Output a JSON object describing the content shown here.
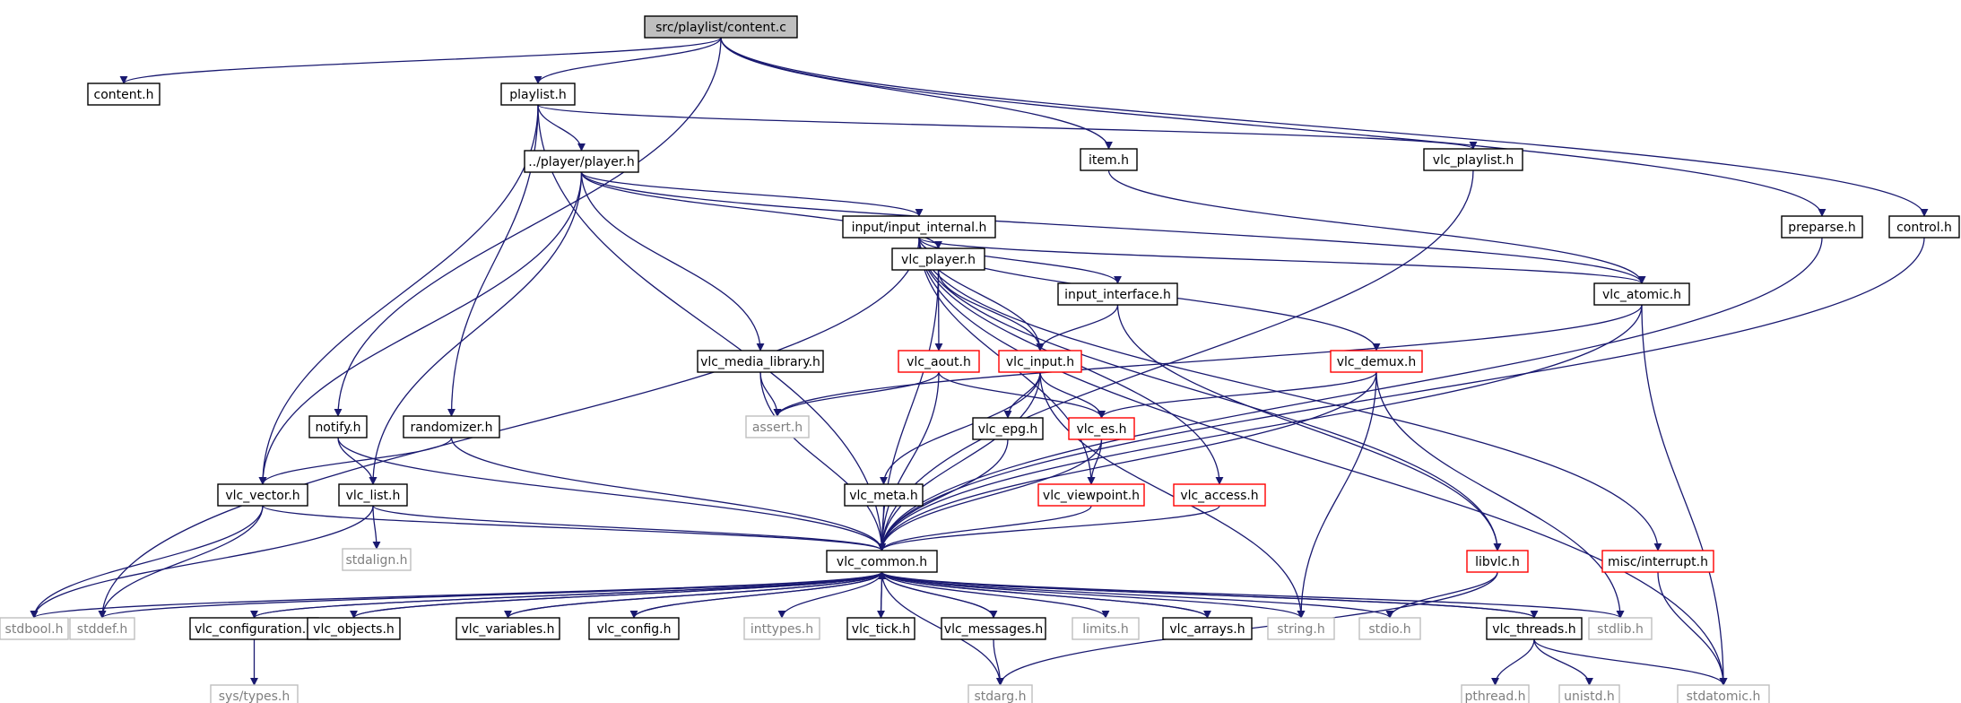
{
  "title": "src/playlist/content.c",
  "styles": {
    "root": {
      "fill": "#bfbfbf",
      "stroke": "#000000",
      "text": "#000000"
    },
    "black": {
      "fill": "#ffffff",
      "stroke": "#000000",
      "text": "#000000"
    },
    "red": {
      "fill": "#ffffff",
      "stroke": "#ff0000",
      "text": "#000000"
    },
    "gray": {
      "fill": "#ffffff",
      "stroke": "#bfbfbf",
      "text": "#7f7f7f"
    },
    "edge": "#191970"
  },
  "nodes": [
    {
      "id": "content_c",
      "label": "src/playlist/content.c",
      "style": "root"
    },
    {
      "id": "content_h",
      "label": "content.h",
      "style": "black"
    },
    {
      "id": "playlist_h",
      "label": "playlist.h",
      "style": "black"
    },
    {
      "id": "item_h",
      "label": "item.h",
      "style": "black"
    },
    {
      "id": "vlc_playlist_h",
      "label": "vlc_playlist.h",
      "style": "black"
    },
    {
      "id": "preparse_h",
      "label": "preparse.h",
      "style": "black"
    },
    {
      "id": "control_h",
      "label": "control.h",
      "style": "black"
    },
    {
      "id": "player_h",
      "label": "../player/player.h",
      "style": "black"
    },
    {
      "id": "input_internal_h",
      "label": "input/input_internal.h",
      "style": "black"
    },
    {
      "id": "vlc_player_h",
      "label": "vlc_player.h",
      "style": "black"
    },
    {
      "id": "input_interface_h",
      "label": "input_interface.h",
      "style": "black"
    },
    {
      "id": "vlc_atomic_h",
      "label": "vlc_atomic.h",
      "style": "black"
    },
    {
      "id": "vlc_media_library_h",
      "label": "vlc_media_library.h",
      "style": "black"
    },
    {
      "id": "vlc_aout_h",
      "label": "vlc_aout.h",
      "style": "red"
    },
    {
      "id": "vlc_input_h",
      "label": "vlc_input.h",
      "style": "red"
    },
    {
      "id": "vlc_demux_h",
      "label": "vlc_demux.h",
      "style": "red"
    },
    {
      "id": "assert_h",
      "label": "assert.h",
      "style": "gray"
    },
    {
      "id": "notify_h",
      "label": "notify.h",
      "style": "black"
    },
    {
      "id": "randomizer_h",
      "label": "randomizer.h",
      "style": "black"
    },
    {
      "id": "vlc_epg_h",
      "label": "vlc_epg.h",
      "style": "black"
    },
    {
      "id": "vlc_es_h",
      "label": "vlc_es.h",
      "style": "red"
    },
    {
      "id": "vlc_vector_h",
      "label": "vlc_vector.h",
      "style": "black"
    },
    {
      "id": "vlc_list_h",
      "label": "vlc_list.h",
      "style": "black"
    },
    {
      "id": "vlc_meta_h",
      "label": "vlc_meta.h",
      "style": "black"
    },
    {
      "id": "vlc_viewpoint_h",
      "label": "vlc_viewpoint.h",
      "style": "red"
    },
    {
      "id": "vlc_access_h",
      "label": "vlc_access.h",
      "style": "red"
    },
    {
      "id": "stdalign_h",
      "label": "stdalign.h",
      "style": "gray"
    },
    {
      "id": "vlc_common_h",
      "label": "vlc_common.h",
      "style": "black"
    },
    {
      "id": "libvlc_h",
      "label": "libvlc.h",
      "style": "red"
    },
    {
      "id": "misc_interrupt_h",
      "label": "misc/interrupt.h",
      "style": "red"
    },
    {
      "id": "stdbool_h",
      "label": "stdbool.h",
      "style": "gray"
    },
    {
      "id": "stddef_h",
      "label": "stddef.h",
      "style": "gray"
    },
    {
      "id": "vlc_configuration_h",
      "label": "vlc_configuration.h",
      "style": "black"
    },
    {
      "id": "vlc_objects_h",
      "label": "vlc_objects.h",
      "style": "black"
    },
    {
      "id": "vlc_variables_h",
      "label": "vlc_variables.h",
      "style": "black"
    },
    {
      "id": "vlc_config_h",
      "label": "vlc_config.h",
      "style": "black"
    },
    {
      "id": "inttypes_h",
      "label": "inttypes.h",
      "style": "gray"
    },
    {
      "id": "vlc_tick_h",
      "label": "vlc_tick.h",
      "style": "black"
    },
    {
      "id": "vlc_messages_h",
      "label": "vlc_messages.h",
      "style": "black"
    },
    {
      "id": "limits_h",
      "label": "limits.h",
      "style": "gray"
    },
    {
      "id": "vlc_arrays_h",
      "label": "vlc_arrays.h",
      "style": "black"
    },
    {
      "id": "string_h",
      "label": "string.h",
      "style": "gray"
    },
    {
      "id": "stdio_h",
      "label": "stdio.h",
      "style": "gray"
    },
    {
      "id": "vlc_threads_h",
      "label": "vlc_threads.h",
      "style": "black"
    },
    {
      "id": "stdlib_h",
      "label": "stdlib.h",
      "style": "gray"
    },
    {
      "id": "sys_types_h",
      "label": "sys/types.h",
      "style": "gray"
    },
    {
      "id": "stdarg_h",
      "label": "stdarg.h",
      "style": "gray"
    },
    {
      "id": "pthread_h",
      "label": "pthread.h",
      "style": "gray"
    },
    {
      "id": "unistd_h",
      "label": "unistd.h",
      "style": "gray"
    },
    {
      "id": "stdatomic_h",
      "label": "stdatomic.h",
      "style": "gray"
    }
  ],
  "edges": [
    [
      "content_c",
      "content_h"
    ],
    [
      "content_c",
      "playlist_h"
    ],
    [
      "content_c",
      "notify_h"
    ],
    [
      "content_c",
      "item_h"
    ],
    [
      "content_c",
      "preparse_h"
    ],
    [
      "content_c",
      "control_h"
    ],
    [
      "playlist_h",
      "player_h"
    ],
    [
      "playlist_h",
      "vlc_playlist_h"
    ],
    [
      "playlist_h",
      "randomizer_h"
    ],
    [
      "playlist_h",
      "vlc_vector_h"
    ],
    [
      "playlist_h",
      "vlc_common_h"
    ],
    [
      "player_h",
      "input_internal_h"
    ],
    [
      "player_h",
      "vlc_player_h"
    ],
    [
      "player_h",
      "vlc_media_library_h"
    ],
    [
      "player_h",
      "vlc_atomic_h"
    ],
    [
      "player_h",
      "vlc_vector_h"
    ],
    [
      "player_h",
      "vlc_list_h"
    ],
    [
      "item_h",
      "vlc_atomic_h"
    ],
    [
      "vlc_playlist_h",
      "vlc_common_h"
    ],
    [
      "preparse_h",
      "vlc_common_h"
    ],
    [
      "control_h",
      "vlc_common_h"
    ],
    [
      "input_internal_h",
      "input_interface_h"
    ],
    [
      "input_internal_h",
      "vlc_atomic_h"
    ],
    [
      "input_internal_h",
      "vlc_input_h"
    ],
    [
      "input_internal_h",
      "vlc_demux_h"
    ],
    [
      "input_internal_h",
      "vlc_viewpoint_h"
    ],
    [
      "input_internal_h",
      "vlc_access_h"
    ],
    [
      "input_internal_h",
      "libvlc_h"
    ],
    [
      "input_internal_h",
      "misc_interrupt_h"
    ],
    [
      "input_internal_h",
      "stdatomic_h"
    ],
    [
      "input_internal_h",
      "stddef_h"
    ],
    [
      "input_interface_h",
      "vlc_input_h"
    ],
    [
      "input_interface_h",
      "libvlc_h"
    ],
    [
      "vlc_atomic_h",
      "vlc_common_h"
    ],
    [
      "vlc_atomic_h",
      "assert_h"
    ],
    [
      "vlc_atomic_h",
      "stdatomic_h"
    ],
    [
      "vlc_player_h",
      "vlc_input_h"
    ],
    [
      "vlc_player_h",
      "vlc_aout_h"
    ],
    [
      "vlc_player_h",
      "vlc_common_h"
    ],
    [
      "vlc_media_library_h",
      "assert_h"
    ],
    [
      "vlc_media_library_h",
      "vlc_common_h"
    ],
    [
      "vlc_aout_h",
      "assert_h"
    ],
    [
      "vlc_aout_h",
      "vlc_es_h"
    ],
    [
      "vlc_aout_h",
      "vlc_common_h"
    ],
    [
      "vlc_input_h",
      "vlc_es_h"
    ],
    [
      "vlc_input_h",
      "vlc_epg_h"
    ],
    [
      "vlc_input_h",
      "vlc_meta_h"
    ],
    [
      "vlc_input_h",
      "string_h"
    ],
    [
      "vlc_input_h",
      "vlc_common_h"
    ],
    [
      "vlc_demux_h",
      "vlc_es_h"
    ],
    [
      "vlc_demux_h",
      "vlc_common_h"
    ],
    [
      "vlc_demux_h",
      "stdlib_h"
    ],
    [
      "vlc_demux_h",
      "string_h"
    ],
    [
      "vlc_es_h",
      "vlc_viewpoint_h"
    ],
    [
      "vlc_es_h",
      "vlc_common_h"
    ],
    [
      "notify_h",
      "vlc_list_h"
    ],
    [
      "notify_h",
      "vlc_common_h"
    ],
    [
      "randomizer_h",
      "vlc_vector_h"
    ],
    [
      "randomizer_h",
      "vlc_common_h"
    ],
    [
      "vlc_epg_h",
      "vlc_common_h"
    ],
    [
      "vlc_meta_h",
      "vlc_common_h"
    ],
    [
      "vlc_viewpoint_h",
      "vlc_common_h"
    ],
    [
      "vlc_access_h",
      "vlc_common_h"
    ],
    [
      "vlc_vector_h",
      "stdbool_h"
    ],
    [
      "vlc_vector_h",
      "stddef_h"
    ],
    [
      "vlc_vector_h",
      "vlc_common_h"
    ],
    [
      "vlc_list_h",
      "stdalign_h"
    ],
    [
      "vlc_list_h",
      "stdbool_h"
    ],
    [
      "vlc_list_h",
      "vlc_common_h"
    ],
    [
      "libvlc_h",
      "stdio_h"
    ],
    [
      "libvlc_h",
      "stdarg_h"
    ],
    [
      "misc_interrupt_h",
      "stdatomic_h"
    ],
    [
      "vlc_common_h",
      "stdbool_h"
    ],
    [
      "vlc_common_h",
      "stddef_h"
    ],
    [
      "vlc_common_h",
      "vlc_configuration_h"
    ],
    [
      "vlc_common_h",
      "vlc_objects_h"
    ],
    [
      "vlc_common_h",
      "vlc_variables_h"
    ],
    [
      "vlc_common_h",
      "vlc_config_h"
    ],
    [
      "vlc_common_h",
      "inttypes_h"
    ],
    [
      "vlc_common_h",
      "vlc_tick_h"
    ],
    [
      "vlc_common_h",
      "vlc_messages_h"
    ],
    [
      "vlc_common_h",
      "limits_h"
    ],
    [
      "vlc_common_h",
      "vlc_arrays_h"
    ],
    [
      "vlc_common_h",
      "string_h"
    ],
    [
      "vlc_common_h",
      "stdio_h"
    ],
    [
      "vlc_common_h",
      "vlc_threads_h"
    ],
    [
      "vlc_common_h",
      "stdlib_h"
    ],
    [
      "vlc_common_h",
      "stdarg_h"
    ],
    [
      "vlc_configuration_h",
      "vlc_common_h"
    ],
    [
      "vlc_configuration_h",
      "sys_types_h"
    ],
    [
      "vlc_objects_h",
      "vlc_common_h"
    ],
    [
      "vlc_variables_h",
      "vlc_common_h"
    ],
    [
      "vlc_config_h",
      "vlc_common_h"
    ],
    [
      "vlc_tick_h",
      "vlc_common_h"
    ],
    [
      "vlc_messages_h",
      "vlc_common_h"
    ],
    [
      "vlc_messages_h",
      "stdarg_h"
    ],
    [
      "vlc_arrays_h",
      "vlc_common_h"
    ],
    [
      "vlc_threads_h",
      "vlc_common_h"
    ],
    [
      "vlc_threads_h",
      "pthread_h"
    ],
    [
      "vlc_threads_h",
      "unistd_h"
    ],
    [
      "vlc_threads_h",
      "stdatomic_h"
    ]
  ]
}
